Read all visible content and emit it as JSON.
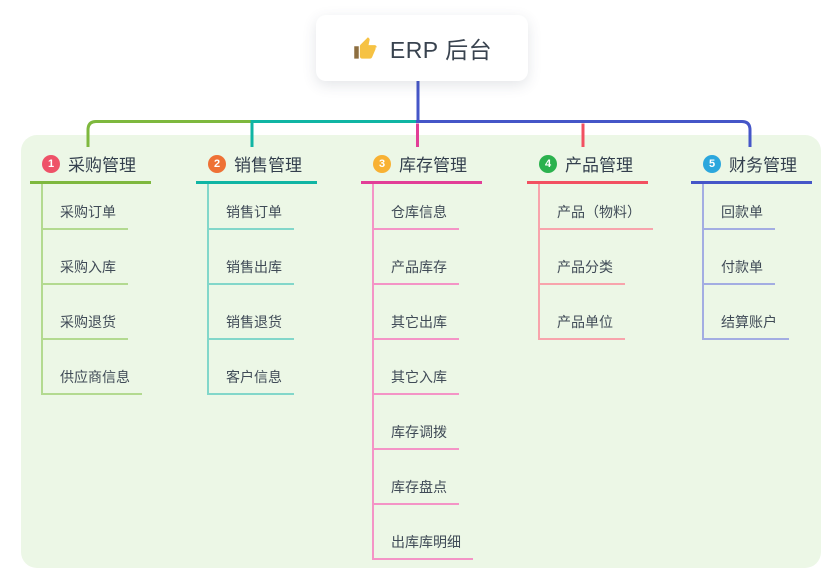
{
  "root": {
    "label": "ERP 后台",
    "icon": "thumbs-up-icon"
  },
  "branches": [
    {
      "number": "1",
      "label": "采购管理",
      "badge_color": "#EE5268",
      "line_color": "#7EB83E",
      "child_line_color": "#B3DA90",
      "children": [
        "采购订单",
        "采购入库",
        "采购退货",
        "供应商信息"
      ]
    },
    {
      "number": "2",
      "label": "销售管理",
      "badge_color": "#EE7135",
      "line_color": "#10B5A4",
      "child_line_color": "#82D7CA",
      "children": [
        "销售订单",
        "销售出库",
        "销售退货",
        "客户信息"
      ]
    },
    {
      "number": "3",
      "label": "库存管理",
      "badge_color": "#F8B133",
      "line_color": "#E23E97",
      "child_line_color": "#F494C6",
      "children": [
        "仓库信息",
        "产品库存",
        "其它出库",
        "其它入库",
        "库存调拨",
        "库存盘点",
        "出库库明细"
      ]
    },
    {
      "number": "4",
      "label": "产品管理",
      "badge_color": "#2BB24E",
      "line_color": "#F25061",
      "child_line_color": "#F8A4AC",
      "children": [
        "产品（物料）",
        "产品分类",
        "产品单位"
      ]
    },
    {
      "number": "5",
      "label": "财务管理",
      "badge_color": "#2BA7DD",
      "line_color": "#4556C8",
      "child_line_color": "#A3ADE2",
      "children": [
        "回款单",
        "付款单",
        "结算账户"
      ]
    }
  ],
  "colors": {
    "panel_bg": "#ECF7E6",
    "root_line": "#4556C8",
    "icon_yellow": "#F6C243",
    "icon_cuff": "#8D6E3F",
    "header_text": "#333F4D",
    "child_text": "#404B57"
  }
}
